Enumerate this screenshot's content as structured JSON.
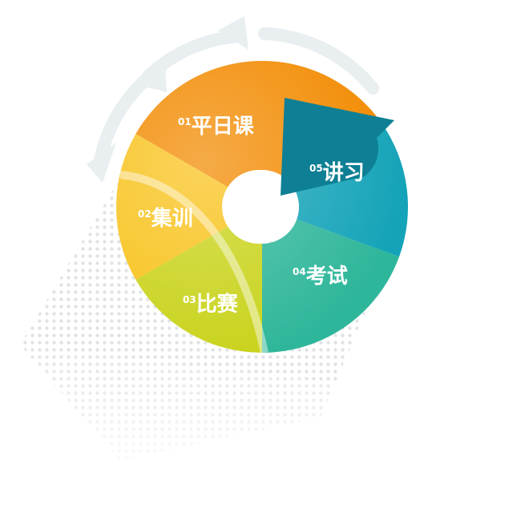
{
  "cycle": {
    "segments": [
      {
        "number": "01",
        "label": "平日课",
        "color": "#F28A00"
      },
      {
        "number": "02",
        "label": "集训",
        "color": "#F8C21B"
      },
      {
        "number": "03",
        "label": "比赛",
        "color": "#C9D31B"
      },
      {
        "number": "04",
        "label": "考试",
        "color": "#2EB69A"
      },
      {
        "number": "05",
        "label": "讲习",
        "color": "#14A3B8"
      }
    ],
    "colors": {
      "orange": "#F28A00",
      "yellow": "#F8C21B",
      "lime": "#C9D31B",
      "green": "#2EB69A",
      "teal": "#14A3B8",
      "arrow": "#0E7F94",
      "ghost_arrow": "#E9EEF0"
    }
  }
}
